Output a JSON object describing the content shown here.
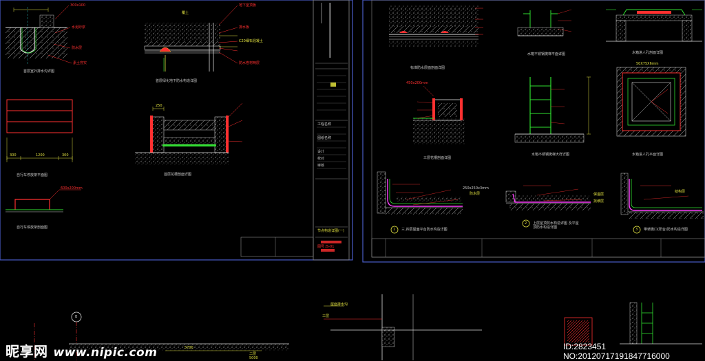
{
  "watermark": {
    "brand": "昵享网",
    "url": "www.nipic.com",
    "id_line": "ID:2823451 NO:20120717191847716000"
  },
  "sheet_left": {
    "titles": [
      "首层室外排水沟详图",
      "首层绿化地下防水构造详图",
      "首层花槽剖面详图",
      "自行车停放架平面图",
      "自行车停放架剖面图"
    ],
    "dims": [
      "1200",
      "300",
      "300",
      "250"
    ],
    "callouts_red": [
      "300x100",
      "水泥砂浆",
      "防水层",
      "素土夯实",
      "600x200mm"
    ],
    "callouts_yellow": [
      "覆土",
      "地下室顶板",
      "排水板",
      "C20细石混凝土",
      "防水卷材两层"
    ]
  },
  "title_block_left": {
    "labels": [
      "工程名称",
      "图纸名称",
      "设计",
      "校对",
      "审核",
      "节点构造详图(一)",
      "图号 JS-01"
    ]
  },
  "sheet_right": {
    "titles": [
      "标准防水层面剖面详图",
      "水箱不锈钢爬梯平面详图",
      "水箱进人孔剖面详图",
      "三层花槽剖面详图",
      "水箱不锈钢爬梯大样详图",
      "水箱进人孔平面详图"
    ],
    "numbered_details": [
      {
        "num": "1",
        "text": "三,四层屋面平台防水构造详图"
      },
      {
        "num": "2",
        "text": "上层屋顶防水构造详图 及平屋顶防水构造详图"
      },
      {
        "num": "3",
        "text": "带坡檐口(阳台)防水构造详图"
      }
    ],
    "callouts": [
      "450x200mm",
      "50X75X6mm",
      "250x250x3mm",
      "防水层",
      "保温层",
      "找坡层",
      "结构层"
    ]
  },
  "sheet_bottom": {
    "grid_bubble": "B",
    "labels": [
      "三层",
      "二层",
      "5700",
      "5000",
      "屋面排水沟"
    ]
  },
  "colors": {
    "bg": "#000000",
    "frame": "#4a5cc8",
    "lines": "#cfcfcf",
    "dim": "#e0e040",
    "red": "#ff3030",
    "green": "#30e030",
    "cyan": "#30e0e0",
    "magenta": "#ff40ff"
  }
}
